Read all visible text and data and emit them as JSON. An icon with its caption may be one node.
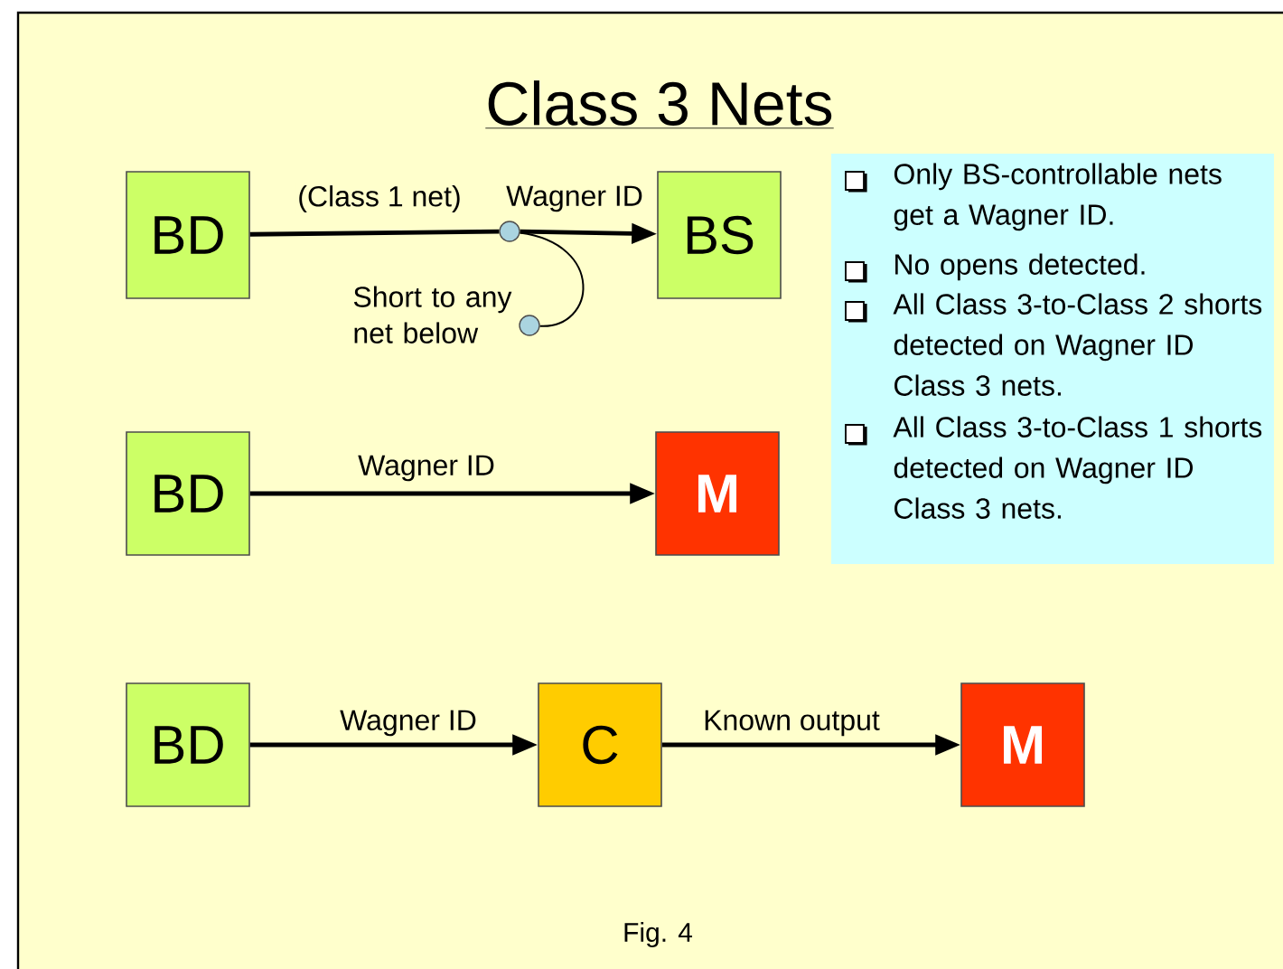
{
  "diagram": {
    "title": "Class 3 Nets",
    "caption": "Fig. 4",
    "nodes": [
      {
        "text": [
          "BD"
        ]
      },
      {
        "text": [
          "BS"
        ]
      },
      {
        "text": [],
        "shape": "circle"
      },
      {
        "text": [],
        "shape": "circle",
        "beside": [
          "Short to any net below"
        ]
      },
      {
        "text": [
          "BD"
        ]
      },
      {
        "text": [
          "M"
        ]
      },
      {
        "text": [
          "BD"
        ]
      },
      {
        "text": [
          "C"
        ]
      },
      {
        "text": [
          "M"
        ]
      },
      {
        "text": [
          "Only BS-controllable nets get a Wagner ID.",
          "No opens detected.",
          "All Class 3-to-Class 2 shorts detected on Wagner ID Class 3 nets.",
          "All Class 3-to-Class 1 shorts detected on Wagner ID Class 3 nets."
        ]
      }
    ],
    "edges": [
      {
        "from": 0,
        "to": 2,
        "arrow": "none",
        "label": "(Class 1 net)"
      },
      {
        "from": 2,
        "to": 1,
        "arrow": "to",
        "label": "Wagner ID"
      },
      {
        "from": 2,
        "to": 3,
        "arrow": "none"
      },
      {
        "from": 4,
        "to": 5,
        "arrow": "to",
        "label": "Wagner ID"
      },
      {
        "from": 6,
        "to": 7,
        "arrow": "to",
        "label": "Wagner ID"
      },
      {
        "from": 7,
        "to": 8,
        "arrow": "to",
        "label": "Known output"
      }
    ]
  }
}
